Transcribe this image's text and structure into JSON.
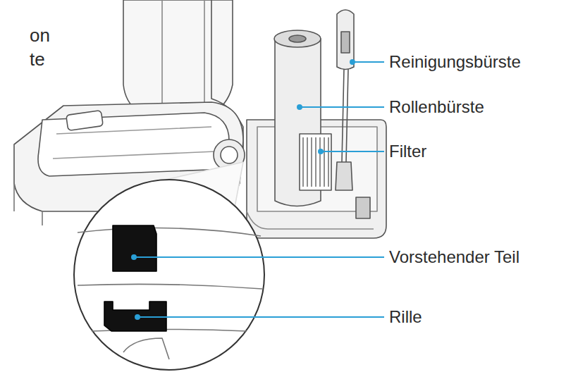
{
  "diagram": {
    "labels": [
      "on",
      "te",
      "Reinigungsbürste",
      "Rollenbürste",
      "Filter",
      "Vorstehender Teil",
      "Rille"
    ]
  }
}
